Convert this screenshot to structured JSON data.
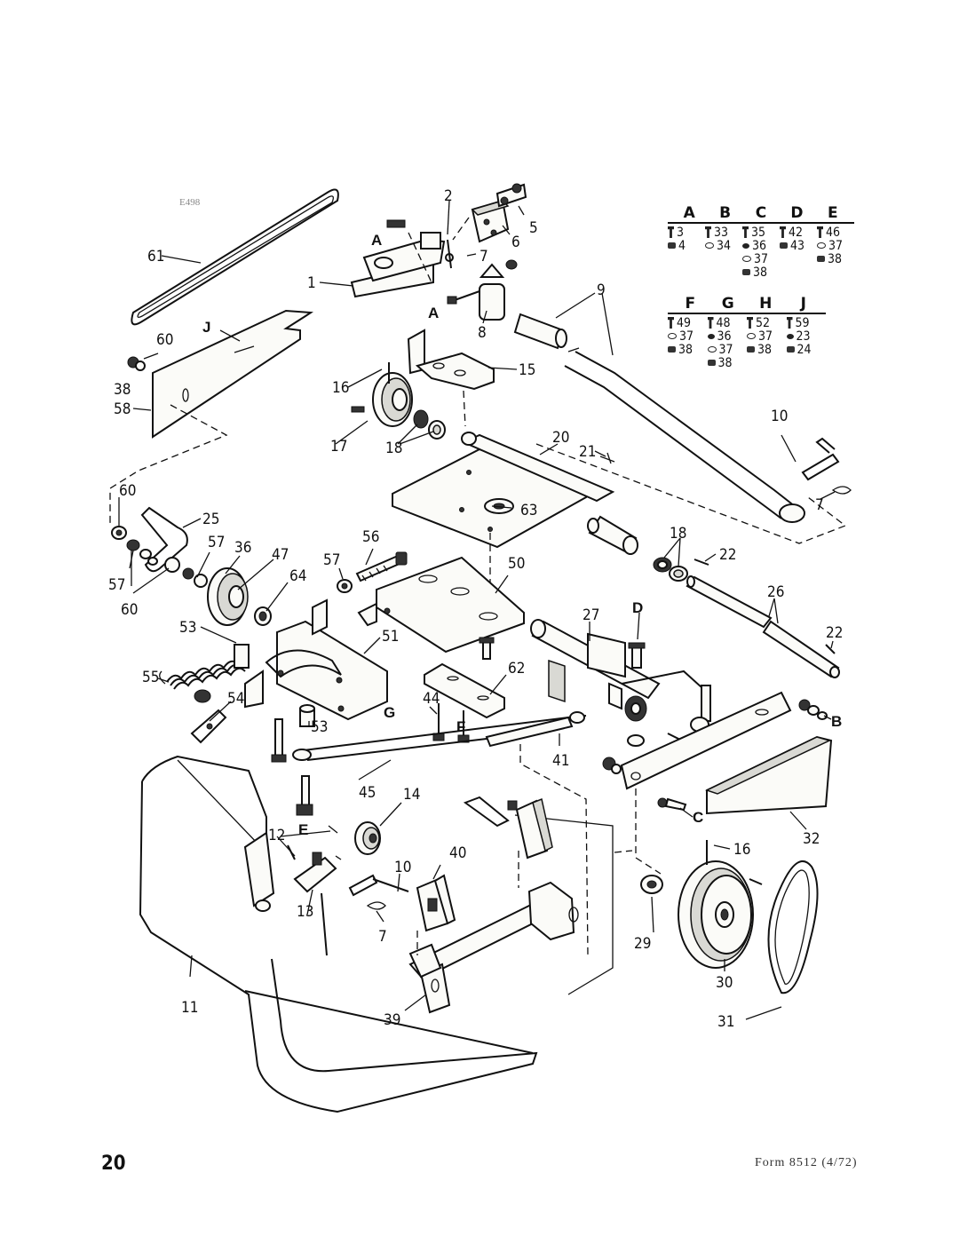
{
  "page": {
    "number": "20",
    "form": "Form 8512 (4/72)",
    "diagram_code": "E498"
  },
  "legend": {
    "groups_top": [
      "A",
      "B",
      "C",
      "D",
      "E"
    ],
    "top": [
      {
        "col": "A",
        "items": [
          {
            "icon": "bolt",
            "num": "3"
          },
          {
            "icon": "nut",
            "num": "4"
          }
        ]
      },
      {
        "col": "B",
        "items": [
          {
            "icon": "bolt",
            "num": "33"
          },
          {
            "icon": "washer",
            "num": "34"
          }
        ]
      },
      {
        "col": "C",
        "items": [
          {
            "icon": "bolt",
            "num": "35"
          },
          {
            "icon": "lock",
            "num": "36"
          },
          {
            "icon": "washer",
            "num": "37"
          },
          {
            "icon": "nut",
            "num": "38"
          }
        ]
      },
      {
        "col": "D",
        "items": [
          {
            "icon": "bolt",
            "num": "42"
          },
          {
            "icon": "nut",
            "num": "43"
          }
        ]
      },
      {
        "col": "E",
        "items": [
          {
            "icon": "bolt",
            "num": "46"
          },
          {
            "icon": "washer",
            "num": "37"
          },
          {
            "icon": "nut",
            "num": "38"
          }
        ]
      }
    ],
    "groups_bottom": [
      "F",
      "G",
      "H",
      "J"
    ],
    "bottom": [
      {
        "col": "F",
        "items": [
          {
            "icon": "bolt",
            "num": "49"
          },
          {
            "icon": "washer",
            "num": "37"
          },
          {
            "icon": "nut",
            "num": "38"
          }
        ]
      },
      {
        "col": "G",
        "items": [
          {
            "icon": "bolt",
            "num": "48"
          },
          {
            "icon": "lock",
            "num": "36"
          },
          {
            "icon": "washer",
            "num": "37"
          },
          {
            "icon": "nut",
            "num": "38"
          }
        ]
      },
      {
        "col": "H",
        "items": [
          {
            "icon": "bolt",
            "num": "52"
          },
          {
            "icon": "washer",
            "num": "37"
          },
          {
            "icon": "nut",
            "num": "38"
          }
        ]
      },
      {
        "col": "J",
        "items": [
          {
            "icon": "bolt",
            "num": "59"
          },
          {
            "icon": "lock",
            "num": "23"
          },
          {
            "icon": "nut",
            "num": "24"
          }
        ]
      }
    ]
  },
  "callouts": {
    "c1": "1",
    "c2": "2",
    "c5": "5",
    "c6": "6",
    "c7a": "7",
    "c7b": "7",
    "c7c": "7",
    "c8": "8",
    "c9": "9",
    "c10a": "10",
    "c10b": "10",
    "c11": "11",
    "c12": "12",
    "c13": "13",
    "c14": "14",
    "c15": "15",
    "c16a": "16",
    "c16b": "16",
    "c17": "17",
    "c18a": "18",
    "c18b": "18",
    "c20": "20",
    "c21": "21",
    "c22a": "22",
    "c22b": "22",
    "c25": "25",
    "c26": "26",
    "c27": "27",
    "c29": "29",
    "c30": "30",
    "c31": "31",
    "c32": "32",
    "c36": "36",
    "c38": "38",
    "c39": "39",
    "c40": "40",
    "c41": "41",
    "c44": "44",
    "c45": "45",
    "c47": "47",
    "c50": "50",
    "c51": "51",
    "c53a": "53",
    "c53b": "53",
    "c54": "54",
    "c55": "55",
    "c56": "56",
    "c57a": "57",
    "c57b": "57",
    "c57c": "57",
    "c58": "58",
    "c60a": "60",
    "c60b": "60",
    "c60c": "60",
    "c61": "61",
    "c62": "62",
    "c63": "63",
    "c64": "64"
  },
  "letters": {
    "A1": "A",
    "A2": "A",
    "B": "B",
    "C": "C",
    "D": "D",
    "E": "E",
    "F": "F",
    "G": "G",
    "J": "J"
  }
}
